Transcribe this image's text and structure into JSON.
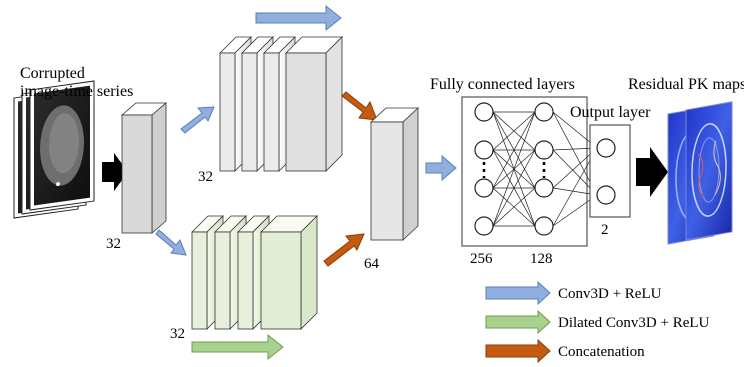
{
  "labels": {
    "input_title_line1": "Corrupted",
    "input_title_line2": "image-time series",
    "input_channels": "32",
    "upper_branch_channels": "32",
    "lower_branch_channels": "32",
    "concat_channels": "64",
    "fc_title": "Fully connected layers",
    "fc_nodes_first": "256",
    "fc_nodes_second": "128",
    "output_title": "Output layer",
    "output_nodes": "2",
    "result_title": "Residual PK maps"
  },
  "legend": [
    {
      "label": "Conv3D + ReLU",
      "color": "#8fb0df",
      "stroke": "#5b7fb8"
    },
    {
      "label": "Dilated Conv3D + ReLU",
      "color": "#a9d18e",
      "stroke": "#6f9b55"
    },
    {
      "label": "Concatenation",
      "color": "#c55a11",
      "stroke": "#8a3c0a"
    }
  ],
  "colors": {
    "conv": "#8fb0df",
    "dilated": "#a9d18e",
    "concat": "#c55a11",
    "flow": "#000000"
  }
}
